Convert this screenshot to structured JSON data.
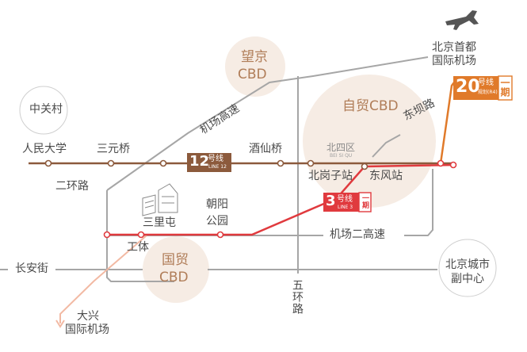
{
  "labels": {
    "zhongguancun": "中关村",
    "wangjing": "望京",
    "wangjing_cbd": "CBD",
    "airport_capital_1": "北京首都",
    "airport_capital_2": "国际机场",
    "airport_expressway": "机场高速",
    "ziwei_cbd": "自贸CBD",
    "dongba_road": "东坝路",
    "renmin_univ": "人民大学",
    "sanyuan_bridge": "三元桥",
    "jiuxian_bridge": "酒仙桥",
    "beigang_station": "北岗子站",
    "dongfeng_station": "东风站",
    "second_ring": "二环路",
    "sanlitun": "三里屯",
    "chaoyang_park_1": "朝阳",
    "chaoyang_park_2": "公园",
    "workers_stadium": "工体",
    "second_airport_expressway": "机场二高速",
    "guomao": "国贸",
    "guomao_cbd": "CBD",
    "changan_street": "长安街",
    "fifth_ring": "五环路",
    "beijing_subcenter": "北京城市副中心",
    "daxing_airport_1": "大兴",
    "daxing_airport_2": "国际机场",
    "project_logo": "北四区",
    "project_logo_en": "BEI SI QU"
  },
  "lines": {
    "line12": {
      "number": "12",
      "suffix": "号线",
      "en": "LINE 12",
      "color": "#8c5a3c"
    },
    "line3": {
      "number": "3",
      "suffix": "号线",
      "en": "LINE 3",
      "phase": "一期",
      "color": "#e03a3e"
    },
    "line20": {
      "number": "20",
      "suffix": "号线",
      "note": "规划(R4)",
      "phase": "一期",
      "color": "#e07a2a"
    }
  },
  "colors": {
    "road": "#a6a6a6",
    "cbd_circle": "#f6ece4",
    "cbd_text": "#b07d58",
    "daxing_line": "#f2b9a3"
  }
}
